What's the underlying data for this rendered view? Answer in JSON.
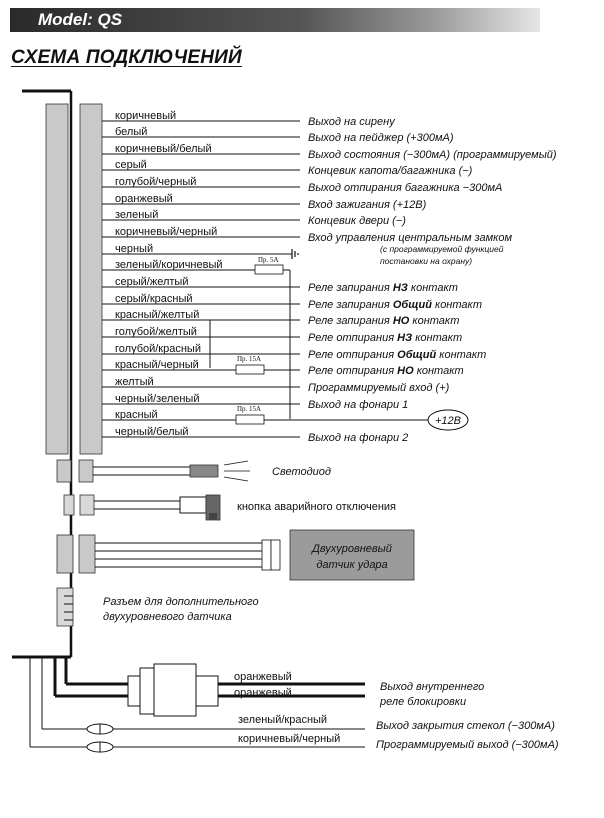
{
  "header": {
    "model": "Model: QS"
  },
  "title": "СХЕМА ПОДКЛЮЧЕНИЙ",
  "main_wires": [
    {
      "color": "коричневый",
      "function": "Выход на сирену"
    },
    {
      "color": "белый",
      "function": "Выход на пейджер (+300мА)"
    },
    {
      "color": "коричневый/белый",
      "function": "Выход состояния (−300мА) (программируемый)"
    },
    {
      "color": "серый",
      "function": "Концевик капота/багажника (−)"
    },
    {
      "color": "голубой/черный",
      "function": "Выход отпирания багажника −300мА"
    },
    {
      "color": "оранжевый",
      "function": "Вход зажигания (+12В)"
    },
    {
      "color": "зеленый",
      "function": "Концевик двери (−)"
    },
    {
      "color": "коричневый/черный",
      "function": "Вход управления центральным замком"
    },
    {
      "color": "черный",
      "function": ""
    },
    {
      "color": "зеленый/коричневый",
      "function": ""
    },
    {
      "color": "серый/желтый",
      "function_prefix": "Реле запирания ",
      "function_bold": "НЗ",
      "function_suffix": " контакт"
    },
    {
      "color": "серый/красный",
      "function_prefix": "Реле запирания ",
      "function_bold": "Общий",
      "function_suffix": " контакт"
    },
    {
      "color": "красный/желтый",
      "function_prefix": "Реле запирания ",
      "function_bold": "НО",
      "function_suffix": " контакт"
    },
    {
      "color": "голубой/желтый",
      "function_prefix": "Реле отпирания ",
      "function_bold": "НЗ",
      "function_suffix": " контакт"
    },
    {
      "color": "голубой/красный",
      "function_prefix": "Реле отпирания ",
      "function_bold": "Общий",
      "function_suffix": " контакт"
    },
    {
      "color": "красный/черный",
      "function_prefix": "Реле отпирания ",
      "function_bold": "НО",
      "function_suffix": " контакт"
    },
    {
      "color": "желтый",
      "function": "Программируемый вход (+)"
    },
    {
      "color": "черный/зеленый",
      "function": "Выход на фонари 1"
    },
    {
      "color": "красный",
      "function": ""
    },
    {
      "color": "черный/белый",
      "function": "Выход на фонари 2"
    }
  ],
  "lock_note": [
    "(с программируемой функцией",
    "постановки на охрану)"
  ],
  "fuses": {
    "f5": "Пр. 5А",
    "f15a": "Пр. 15А",
    "f15b": "Пр. 15А"
  },
  "power_label": "+12В",
  "led_label": "Светодиод",
  "emergency_button_label": "кнопка аварийного отключения",
  "shock_sensor_label": [
    "Двухуровневый",
    "датчик удара"
  ],
  "extra_sensor_connector_label": [
    "Разъем для дополнительного",
    "двухуровневого датчика"
  ],
  "bottom_wires": [
    {
      "color": "оранжевый"
    },
    {
      "color": "оранжевый"
    },
    {
      "color": "зеленый/красный",
      "function": "Выход закрытия стекол (−300мА)"
    },
    {
      "color": "коричневый/черный",
      "function": "Программируемый выход  (−300мА)"
    }
  ],
  "relay_output_label": [
    "Выход внутреннего",
    "реле блокировки"
  ]
}
